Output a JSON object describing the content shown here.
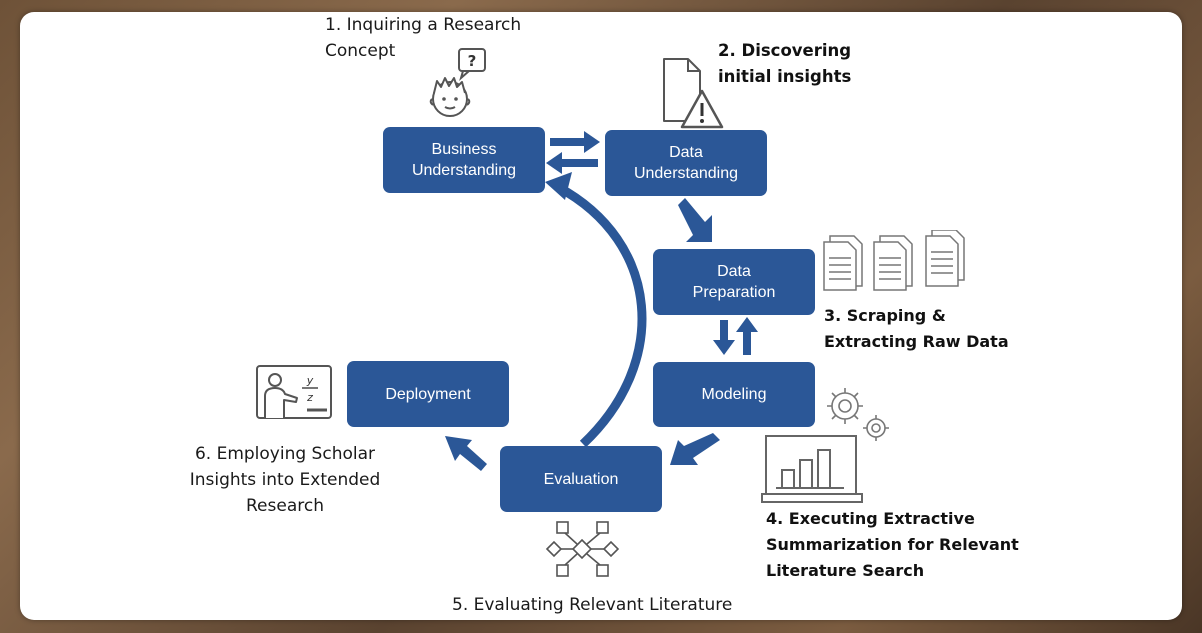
{
  "boxes": {
    "business": "Business\nUnderstanding",
    "data_understanding": "Data\nUnderstanding",
    "data_preparation": "Data\nPreparation",
    "modeling": "Modeling",
    "evaluation": "Evaluation",
    "deployment": "Deployment"
  },
  "steps": {
    "step1": "1. Inquiring a Research\nConcept",
    "step2": "2. Discovering\ninitial insights",
    "step3": "3. Scraping &\nExtracting Raw Data",
    "step4": "4. Executing Extractive\nSummarization for Relevant\nLiterature Search",
    "step5": "5. Evaluating Relevant Literature",
    "step6": "6. Employing Scholar\nInsights into Extended\nResearch"
  },
  "icons": {
    "step1": "person-question-icon",
    "step2": "document-warning-icon",
    "step3": "documents-icon",
    "step4": "gears-bar-chart-icon",
    "step5": "network-diagram-icon",
    "step6": "presentation-board-icon"
  },
  "icon_glyphs": {
    "question": "?",
    "board_y": "y",
    "board_z": "z"
  },
  "colors": {
    "box": "#2b5797",
    "arrow": "#2b5797",
    "icon_stroke": "#555555"
  }
}
